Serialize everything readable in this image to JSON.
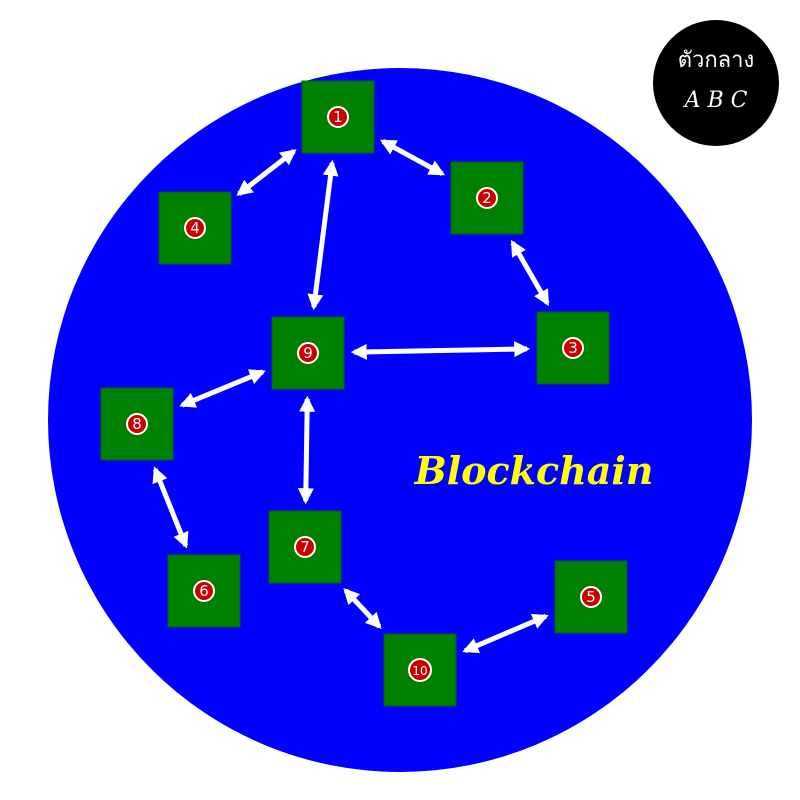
{
  "title": "Blockchain",
  "badge": {
    "line1": "ตัวกลาง",
    "line2": "A B C"
  },
  "colors": {
    "network_circle": "#0000ff",
    "node_fill": "#008000",
    "node_border": "#006400",
    "node_badge": "#cc0000",
    "arrow": "#ffffff",
    "title": "#ffff00",
    "intermediary_badge": "#000000"
  },
  "nodes": [
    {
      "id": "1",
      "label": "1"
    },
    {
      "id": "2",
      "label": "2"
    },
    {
      "id": "3",
      "label": "3"
    },
    {
      "id": "4",
      "label": "4"
    },
    {
      "id": "5",
      "label": "5"
    },
    {
      "id": "6",
      "label": "6"
    },
    {
      "id": "7",
      "label": "7"
    },
    {
      "id": "8",
      "label": "8"
    },
    {
      "id": "9",
      "label": "9"
    },
    {
      "id": "10",
      "label": "10"
    }
  ],
  "connections": [
    {
      "from": "1",
      "to": "4",
      "type": "bidirectional"
    },
    {
      "from": "1",
      "to": "2",
      "type": "bidirectional"
    },
    {
      "from": "1",
      "to": "9",
      "type": "bidirectional"
    },
    {
      "from": "2",
      "to": "3",
      "type": "bidirectional"
    },
    {
      "from": "9",
      "to": "3",
      "type": "bidirectional"
    },
    {
      "from": "9",
      "to": "8",
      "type": "bidirectional"
    },
    {
      "from": "9",
      "to": "7",
      "type": "bidirectional"
    },
    {
      "from": "8",
      "to": "6",
      "type": "bidirectional"
    },
    {
      "from": "7",
      "to": "10",
      "type": "bidirectional"
    },
    {
      "from": "10",
      "to": "5",
      "type": "bidirectional"
    }
  ]
}
